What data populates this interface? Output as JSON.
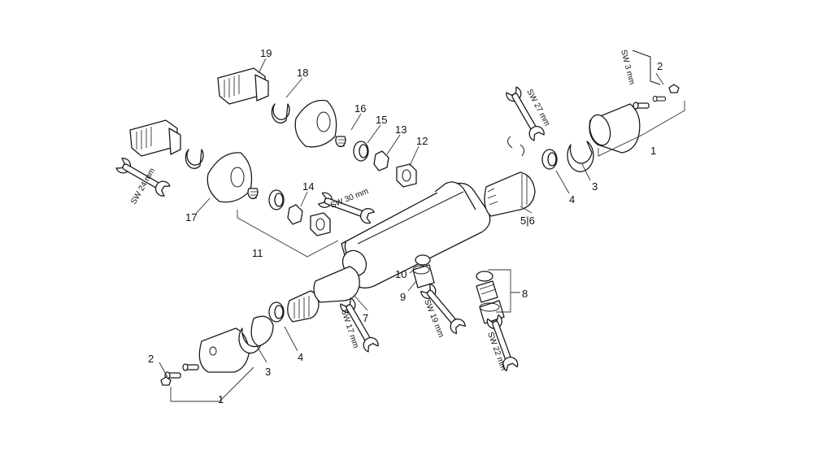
{
  "callouts": {
    "n1_right": "1",
    "n2_right": "2",
    "n3_right": "3",
    "n4_right": "4",
    "n5_6": "5|6",
    "n7": "7",
    "n8": "8",
    "n9": "9",
    "n10": "10",
    "n11": "11",
    "n12": "12",
    "n13": "13",
    "n14": "14",
    "n15": "15",
    "n16": "16",
    "n17": "17",
    "n18": "18",
    "n19": "19",
    "n1_left": "1",
    "n2_left": "2",
    "n3_left": "3",
    "n4_left": "4"
  },
  "tools": {
    "sw3": "SW 3 mm",
    "sw27": "SW 27 mm",
    "sw24": "SW 24 mm",
    "sw30": "SW 30 mm",
    "sw17": "SW 17 mm",
    "sw19": "SW 19 mm",
    "sw22": "SW 22 mm"
  }
}
